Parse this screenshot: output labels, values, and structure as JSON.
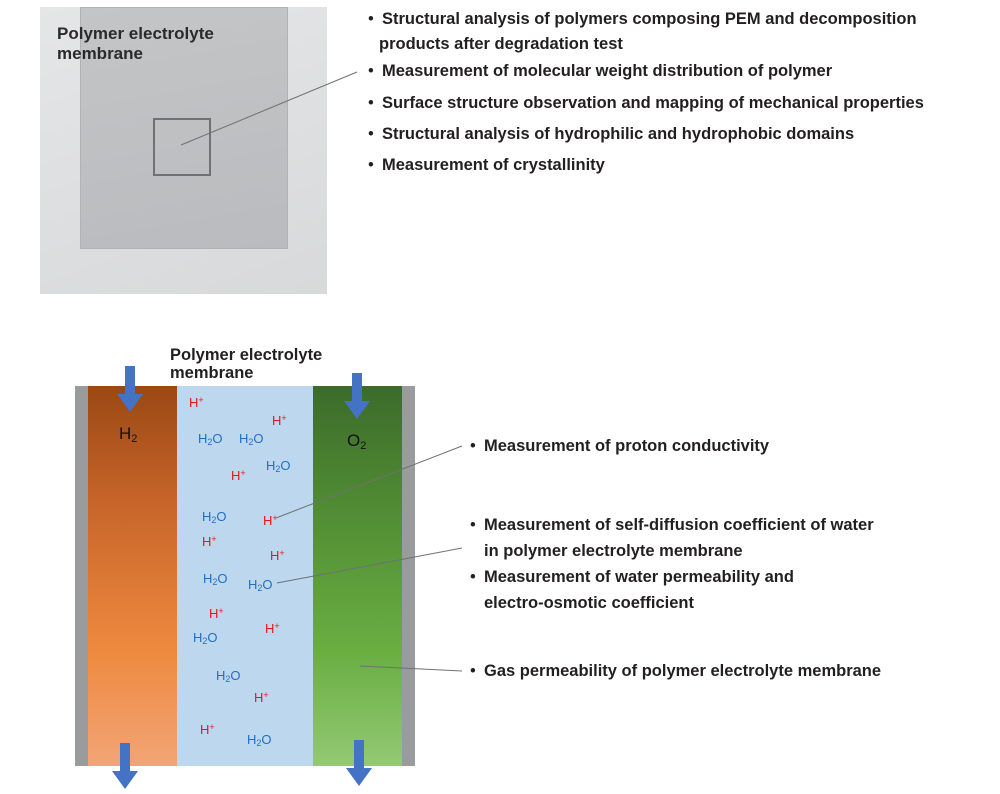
{
  "photo": {
    "label": "Polymer electrolyte membrane"
  },
  "top_measurements": [
    "Structural analysis of polymers composing PEM and decomposition",
    "products after degradation test",
    "Measurement of molecular weight distribution of polymer",
    "Surface structure observation and mapping of mechanical properties",
    "Structural analysis of hydrophilic and hydrophobic domains",
    "Measurement of crystallinity"
  ],
  "cell": {
    "membrane_label_line1": "Polymer electrolyte",
    "membrane_label_line2": "membrane",
    "anode_gas": "H",
    "anode_gas_sub": "2",
    "cathode_gas": "O",
    "cathode_gas_sub": "2",
    "proton": "H",
    "proton_charge": "+",
    "water": "H",
    "water_sub": "2",
    "water_tail": "O"
  },
  "bottom_measurements": {
    "proton_conductivity": "Measurement of proton conductivity",
    "self_diffusion_line1": "Measurement of self-diffusion coefficient of water",
    "self_diffusion_line2": "in polymer electrolyte membrane",
    "water_permeability_line1": "Measurement of water permeability and",
    "water_permeability_line2": "electro-osmotic coefficient",
    "gas_permeability": "Gas permeability of polymer electrolyte membrane"
  },
  "colors": {
    "proton": "#e8161b",
    "water": "#1f6fc4",
    "arrow": "#4472c4",
    "anode": "#ee8a3f",
    "cathode": "#6aae42",
    "membrane": "#bdd7ee",
    "plate": "#999b9d"
  },
  "icons": {
    "flow_arrow": "down-arrow-icon"
  }
}
